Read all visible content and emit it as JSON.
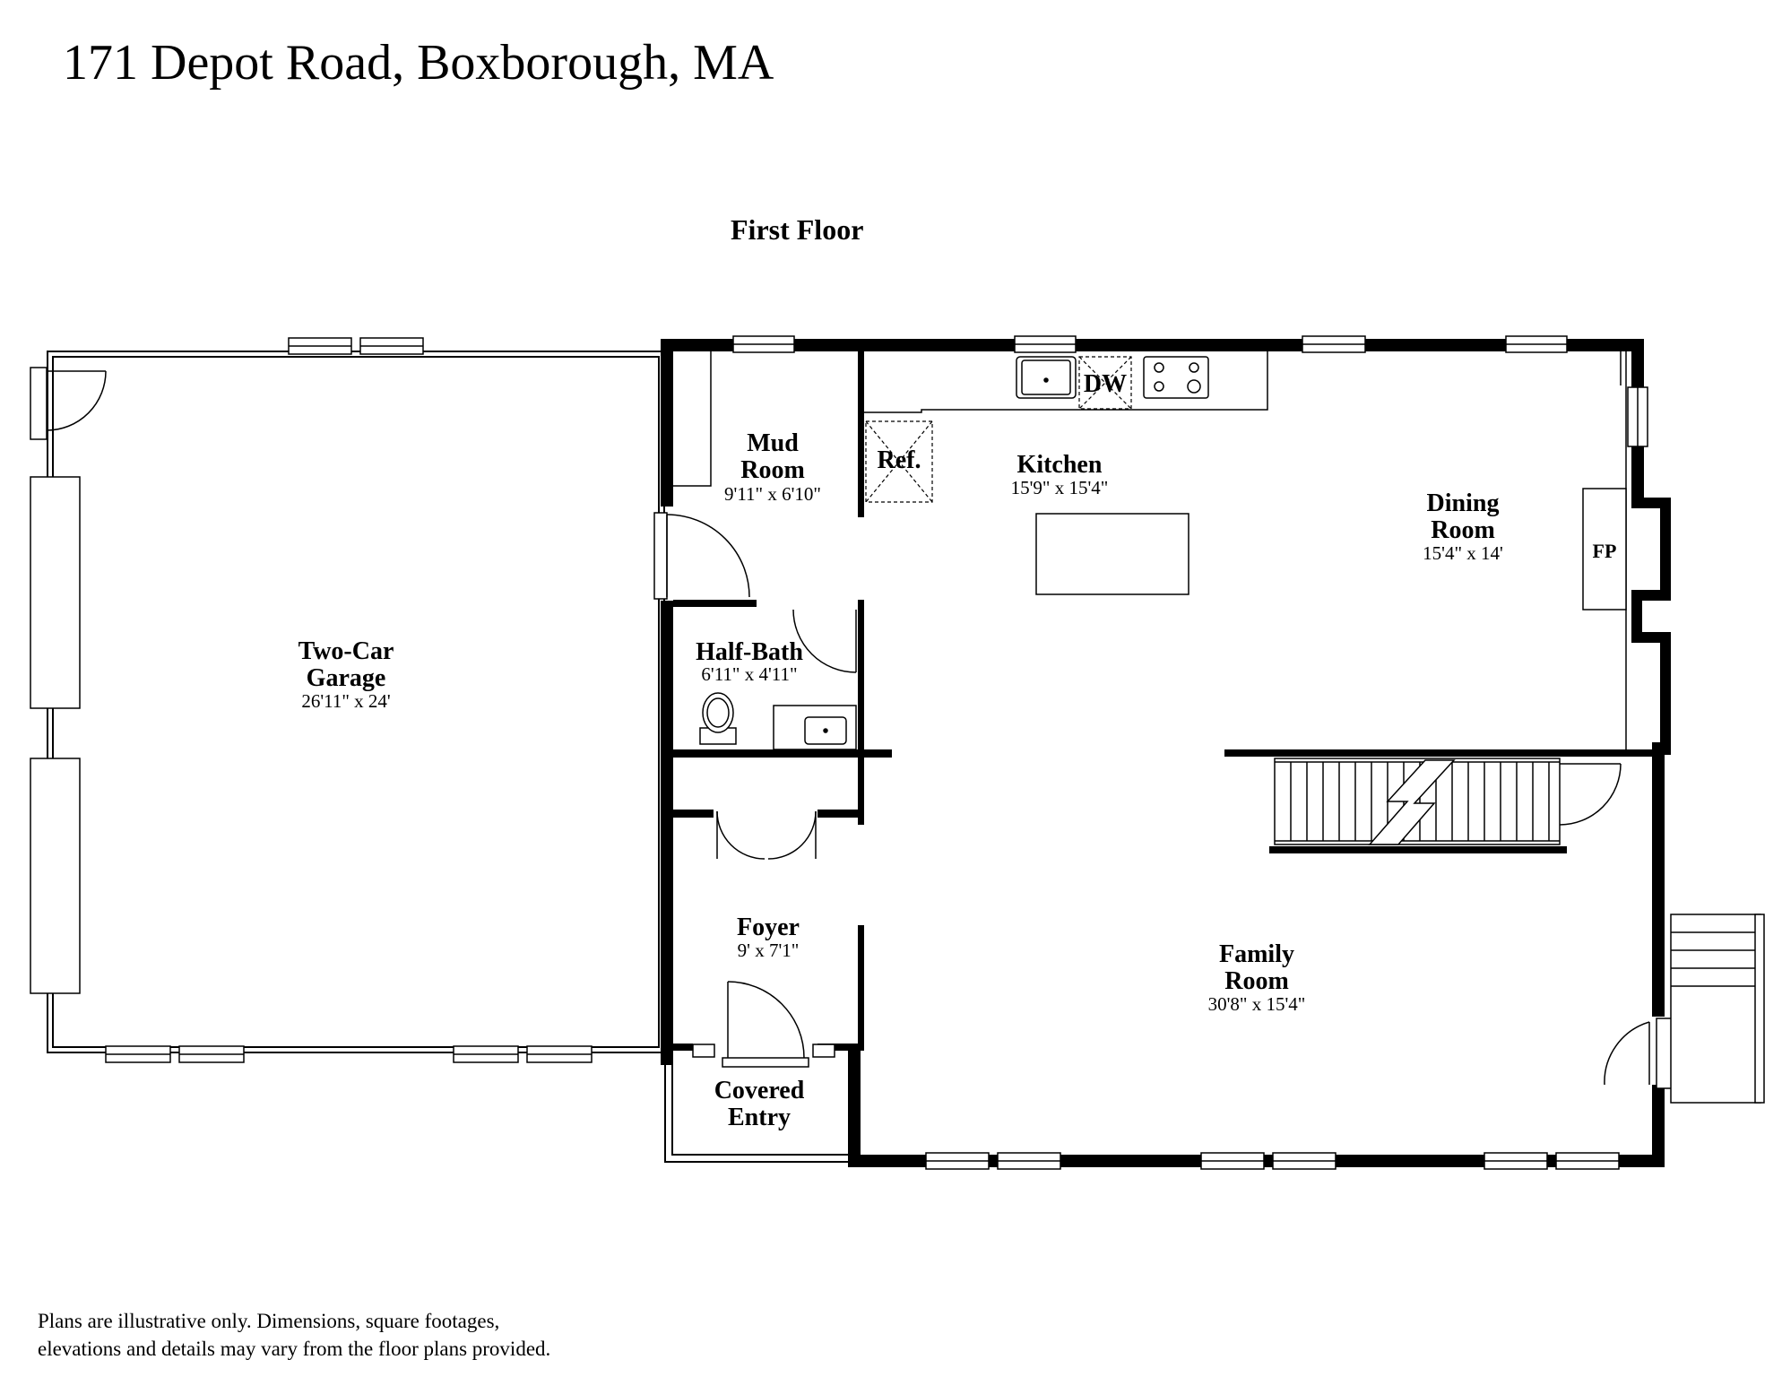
{
  "header": {
    "title": "171 Depot Road, Boxborough, MA",
    "floor": "First Floor"
  },
  "rooms": {
    "garage": {
      "name_line1": "Two-Car",
      "name_line2": "Garage",
      "dims": "26'11\" x 24'"
    },
    "mud_room": {
      "name_line1": "Mud",
      "name_line2": "Room",
      "dims": "9'11\" x 6'10\""
    },
    "kitchen": {
      "name_line1": "Kitchen",
      "dims": "15'9\" x 15'4\""
    },
    "dining_room": {
      "name_line1": "Dining",
      "name_line2": "Room",
      "dims": "15'4\" x 14'"
    },
    "half_bath": {
      "name_line1": "Half-Bath",
      "dims": "6'11\" x 4'11\""
    },
    "foyer": {
      "name_line1": "Foyer",
      "dims": "9' x 7'1\""
    },
    "family_room": {
      "name_line1": "Family",
      "name_line2": "Room",
      "dims": "30'8\" x 15'4\""
    },
    "covered_entry": {
      "name_line1": "Covered",
      "name_line2": "Entry"
    }
  },
  "fixtures": {
    "dishwasher": "DW",
    "refrigerator": "Ref.",
    "fireplace": "FP"
  },
  "footer": {
    "disclaimer_line1": "Plans are illustrative only. Dimensions, square footages,",
    "disclaimer_line2": "elevations and details may vary from the floor plans provided."
  }
}
